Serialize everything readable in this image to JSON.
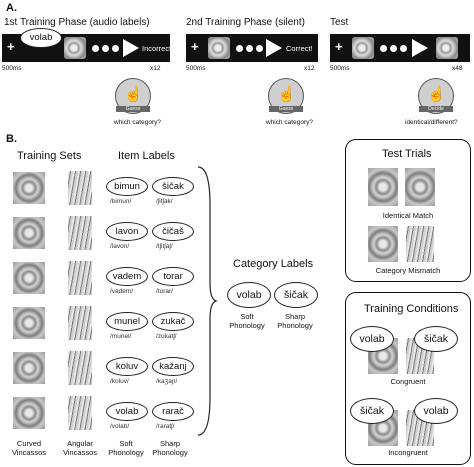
{
  "section_a": {
    "label": "A.",
    "phase1": {
      "title": "1st Training Phase (audio labels)",
      "word": "volab",
      "feedback": "Incorrect!",
      "duration": "500ms",
      "repeat": "x12",
      "hand_label": "Guess",
      "question": "which category?"
    },
    "phase2": {
      "title": "2nd Training Phase (silent)",
      "feedback": "Correct!",
      "duration": "500ms",
      "repeat": "x12",
      "hand_label": "Guess",
      "question": "which category?"
    },
    "phase3": {
      "title": "Test",
      "duration": "500ms",
      "repeat": "x48",
      "hand_label": "Decide",
      "question": "identical/different?"
    }
  },
  "section_b": {
    "label": "B.",
    "training_sets": {
      "title": "Training Sets",
      "curved_label": "Curved Vincassos",
      "angular_label": "Angular Vincassos"
    },
    "item_labels": {
      "title": "Item Labels",
      "soft_label": "Soft Phonology",
      "sharp_label": "Sharp Phonology",
      "rows": [
        {
          "soft": "bimun",
          "soft_ipa": "/bimun/",
          "sharp": "šičak",
          "sharp_ipa": "/ʃitʃak/"
        },
        {
          "soft": "lavon",
          "soft_ipa": "/lavon/",
          "sharp": "čičaš",
          "sharp_ipa": "/tʃitʃaʃ/"
        },
        {
          "soft": "vadem",
          "soft_ipa": "/vadem/",
          "sharp": "torar",
          "sharp_ipa": "/torar/"
        },
        {
          "soft": "munel",
          "soft_ipa": "/munel/",
          "sharp": "zukač",
          "sharp_ipa": "/zukatʃ/"
        },
        {
          "soft": "koluv",
          "soft_ipa": "/koluv/",
          "sharp": "kažanj",
          "sharp_ipa": "/kaʒaɲ/"
        },
        {
          "soft": "volab",
          "soft_ipa": "/volab/",
          "sharp": "rarač",
          "sharp_ipa": "/raratʃ/"
        }
      ]
    },
    "category_labels": {
      "title": "Category Labels",
      "soft": "volab",
      "sharp": "šičak",
      "soft_caption": "Soft Phonology",
      "sharp_caption": "Sharp Phonology"
    },
    "test_trials": {
      "title": "Test Trials",
      "identical": "Identical Match",
      "mismatch": "Category Mismatch"
    },
    "training_conditions": {
      "title": "Training Conditions",
      "congruent": {
        "word_left": "volab",
        "word_right": "šičak",
        "caption": "Congruent"
      },
      "incongruent": {
        "word_left": "šičak",
        "word_right": "volab",
        "caption": "Incongruent"
      }
    }
  }
}
